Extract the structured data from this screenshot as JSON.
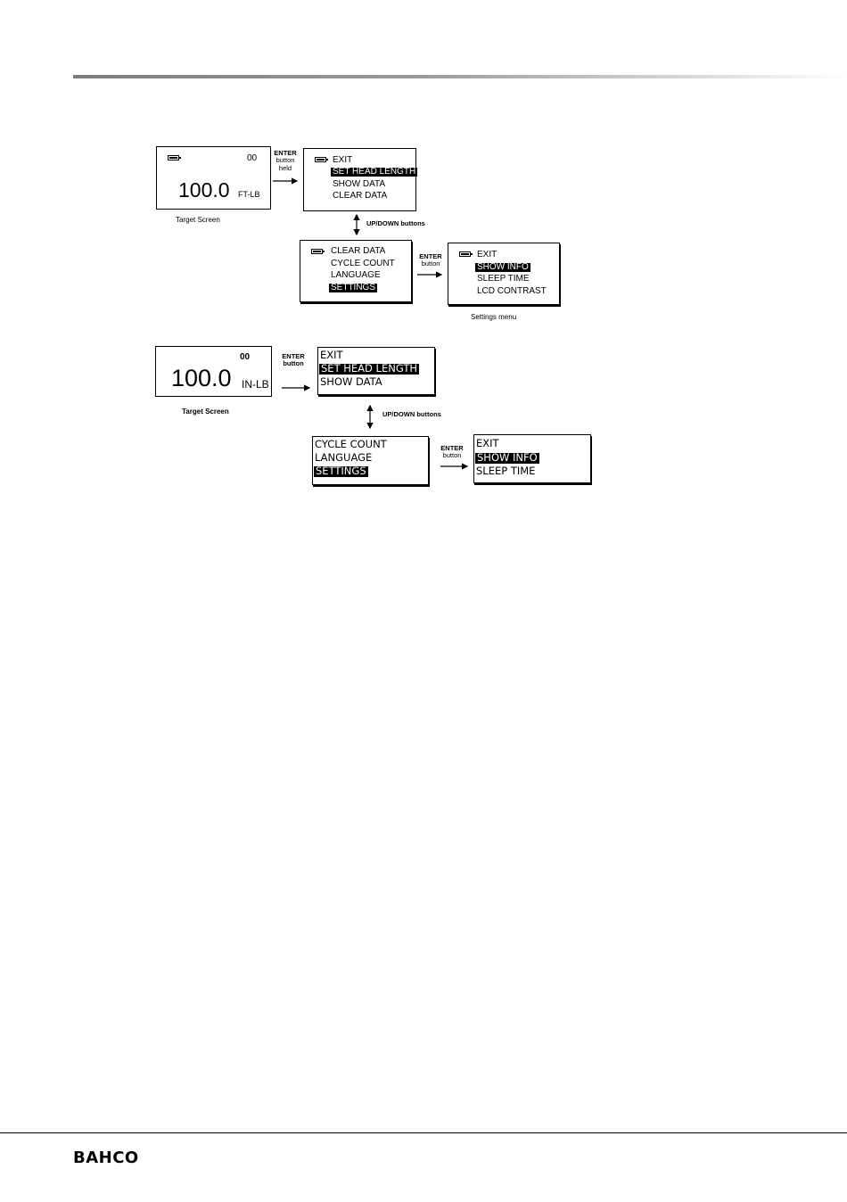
{
  "brand": "BAHCO",
  "diagram1": {
    "target": {
      "counter": "00",
      "value": "100.0",
      "unit": "FT-LB",
      "caption": "Target Screen"
    },
    "enter_held_label": [
      "ENTER",
      "button",
      "held"
    ],
    "main_menu": {
      "items": [
        "EXIT",
        "SET HEAD LENGTH",
        "SHOW DATA",
        "CLEAR DATA"
      ],
      "selected": 1
    },
    "updown_label": "UP/DOWN buttons",
    "scroll_menu": {
      "items": [
        "CLEAR DATA",
        "CYCLE COUNT",
        "LANGUAGE",
        "SETTINGS"
      ],
      "selected": 3
    },
    "enter_label": [
      "ENTER",
      "button"
    ],
    "settings_menu": {
      "items": [
        "EXIT",
        "SHOW INFO",
        "SLEEP TIME",
        "LCD CONTRAST"
      ],
      "selected": 1,
      "caption": "Settings menu"
    }
  },
  "diagram2": {
    "target": {
      "counter": "00",
      "value": "100.0",
      "unit": "IN-LB",
      "caption": "Target  Screen"
    },
    "enter_label": [
      "ENTER",
      "button"
    ],
    "main_menu": {
      "items": [
        "EXIT",
        "SET HEAD LENGTH",
        "SHOW DATA"
      ],
      "selected": 1
    },
    "updown_label": "UP/DOWN buttons",
    "scroll_menu": {
      "items": [
        "CYCLE COUNT",
        "LANGUAGE",
        "SETTINGS"
      ],
      "selected": 2
    },
    "enter_label_2": [
      "ENTER",
      "button"
    ],
    "settings_menu": {
      "items": [
        "EXIT",
        "SHOW INFO",
        "SLEEP TIME"
      ],
      "selected": 1
    }
  }
}
